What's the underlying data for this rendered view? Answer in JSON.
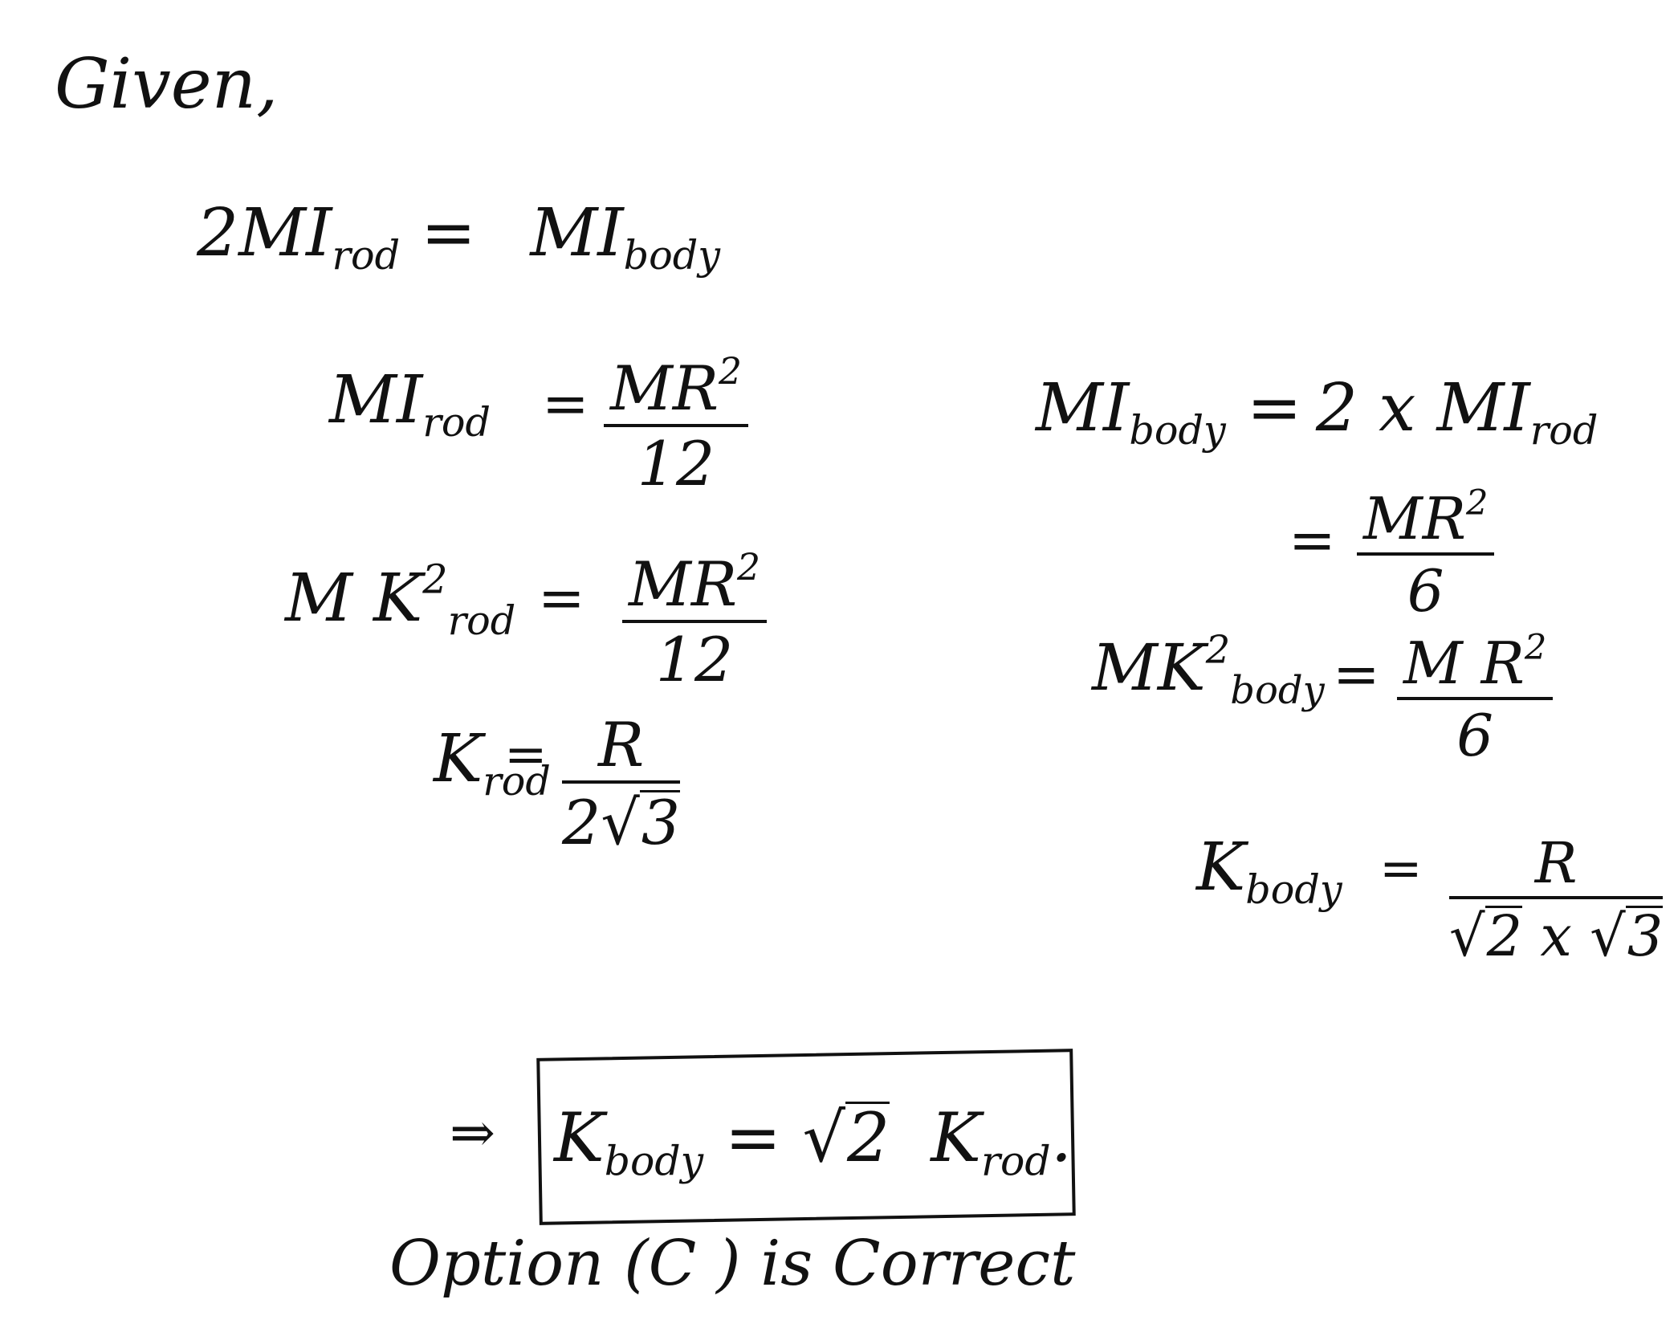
{
  "heading": "Given,",
  "left": {
    "l1": {
      "coef": "2",
      "mi": "MI",
      "sub": "rod",
      "eq": "=",
      "rhs": "MI",
      "rhs_sub": "body"
    },
    "l2": {
      "lhs": "MI",
      "lhs_sub": "rod",
      "eq": "=",
      "num": "MR",
      "num_sup": "2",
      "den": "12"
    },
    "l3": {
      "lhs": "M K",
      "lhs_sup": "2",
      "lhs_sub": "rod",
      "eq": "=",
      "num": "MR",
      "num_sup": "2",
      "den": "12"
    },
    "l4": {
      "lhs": "K",
      "lhs_sub": "rod",
      "eq": "=",
      "num": "R",
      "den_coef": "2",
      "den_root": "3"
    }
  },
  "right": {
    "r1": {
      "lhs": "MI",
      "lhs_sub": "body",
      "eq": "=",
      "rhs": "2 x MI",
      "rhs_sub": "rod"
    },
    "r2": {
      "eq": "=",
      "num": "MR",
      "num_sup": "2",
      "den": "6"
    },
    "r3": {
      "lhs": "MK",
      "lhs_sup": "2",
      "lhs_sub": "body",
      "eq": "=",
      "num": "M R",
      "num_sup": "2",
      "den": "6"
    },
    "r4": {
      "lhs": "K",
      "lhs_sub": "body",
      "eq": "=",
      "num": "R",
      "den_root1": "2",
      "den_x": "x",
      "den_root2": "3"
    }
  },
  "result": {
    "arrow": "⇒",
    "lhs": "K",
    "lhs_sub": "body",
    "eq": "=",
    "root": "2",
    "rhs": "K",
    "rhs_sub": "rod",
    "dot": "."
  },
  "conclusion": "Option (C ) is Correct"
}
